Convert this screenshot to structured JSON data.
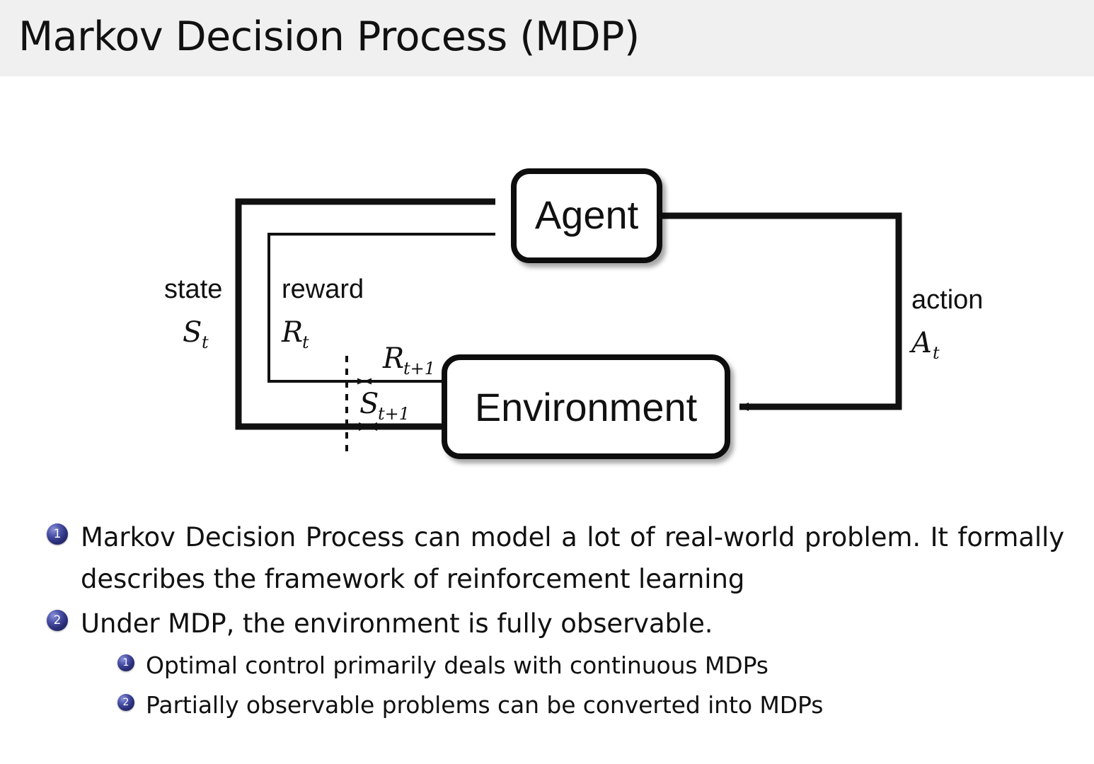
{
  "slide": {
    "title": "Markov Decision Process (MDP)",
    "header_bg": "#f0f0f0",
    "text_color": "#111111",
    "badge_color": "#2b2f79"
  },
  "diagram": {
    "name": "agent-environment-interaction-loop",
    "nodes": {
      "agent": "Agent",
      "environment": "Environment"
    },
    "edge_labels": {
      "state_word": "state",
      "state_symbol": "S",
      "state_subscript": "t",
      "reward_word": "reward",
      "reward_symbol": "R",
      "reward_subscript": "t",
      "action_word": "action",
      "action_symbol": "A",
      "action_subscript": "t",
      "next_reward_symbol": "R",
      "next_reward_subscript": "t+1",
      "next_state_symbol": "S",
      "next_state_subscript": "t+1"
    }
  },
  "bullets": [
    {
      "number": "1",
      "level": 1,
      "text": "Markov Decision Process can model a lot of real-world problem. It formally describes the framework of reinforcement learning"
    },
    {
      "number": "2",
      "level": 1,
      "text": "Under MDP, the environment is fully observable."
    },
    {
      "number": "1",
      "level": 2,
      "text": "Optimal control primarily deals with continuous MDPs"
    },
    {
      "number": "2",
      "level": 2,
      "text": "Partially observable problems can be converted into MDPs"
    }
  ]
}
